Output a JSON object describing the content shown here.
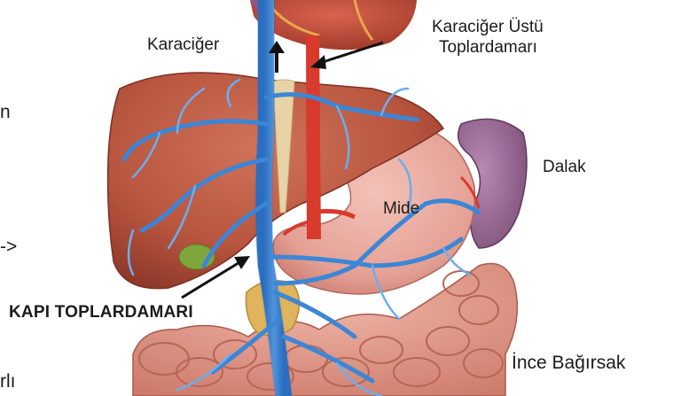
{
  "labels": {
    "liver": "Karaciğer",
    "hepatic_vein_line1": "Karaciğer Üstü",
    "hepatic_vein_line2": "Toplardamarı",
    "spleen": "Dalak",
    "stomach": "Mide",
    "portal_vein": "KAPI TOPLARDAMARI",
    "small_intestine": "İnce Bağırsak",
    "cut_left_1": "n",
    "cut_left_2": "->",
    "cut_left_3": "rlı"
  },
  "colors": {
    "liver": "#b8553f",
    "liver_dark": "#7e2f22",
    "portal_vein": "#4a8fd8",
    "portal_vein_dark": "#1f5fae",
    "artery": "#d83a2c",
    "stomach": "#e7a49a",
    "spleen": "#9a6b95",
    "intestine": "#e39c8d",
    "gallbladder": "#7fa63a",
    "pancreas": "#e0b45c",
    "ligament": "#e8d3a6",
    "background": "#ffffff"
  }
}
